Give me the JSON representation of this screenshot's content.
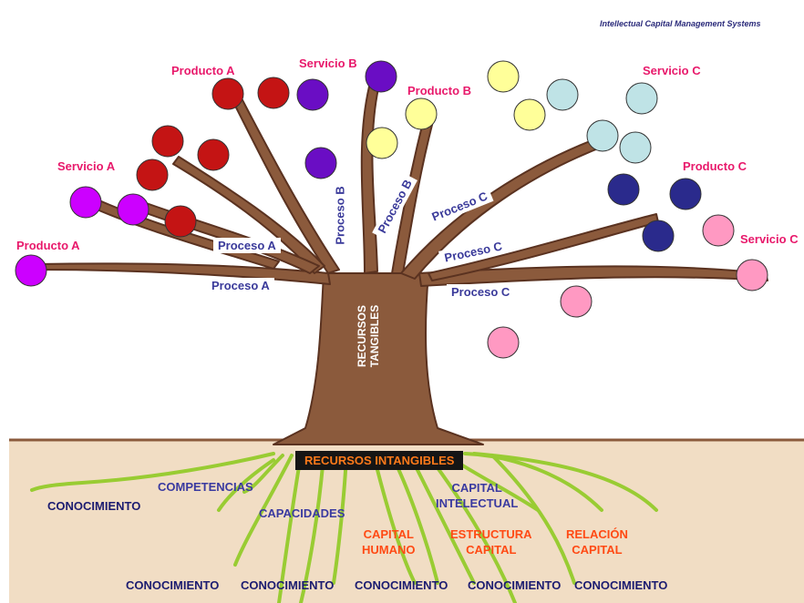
{
  "header": {
    "title": "Intellectual Capital  Management Systems"
  },
  "colors": {
    "trunk": "#8b5a3c",
    "ground": "#f1ddc4",
    "roots": "#99cc33",
    "red": "#c41414",
    "purple": "#6a0dc4",
    "magenta": "#cc00ff",
    "yellow": "#ffff99",
    "light_cyan": "#bfe3e6",
    "navy": "#2a2a8c",
    "pink": "#ff99c2"
  },
  "tree": {
    "labels": {
      "producto_a_left": "Producto  A",
      "servicio_a": "Servicio A",
      "producto_a_top": "Producto  A",
      "servicio_b": "Servicio B",
      "producto_b": "Producto B",
      "servicio_c_top": "Servicio C",
      "producto_c": "Producto C",
      "servicio_c_right": "Servicio C"
    },
    "processes": {
      "proceso_a_1": "Proceso A",
      "proceso_a_2": "Proceso A",
      "proceso_b_1": "Proceso B",
      "proceso_b_2": "Proceso B",
      "proceso_c_1": "Proceso C",
      "proceso_c_2": "Proceso C",
      "proceso_c_3": "Proceso C"
    },
    "trunk_label": {
      "line1": "RECURSOS",
      "line2": "TANGIBLES"
    }
  },
  "roots": {
    "intangibles": "RECURSOS INTANGIBLES",
    "labels": {
      "conocimiento_left": "CONOCIMIENTO",
      "competencias": "COMPETENCIAS",
      "capacidades": "CAPACIDADES",
      "capital_intelectual_1": "CAPITAL",
      "capital_intelectual_2": "INTELECTUAL",
      "capital_humano_1": "CAPITAL",
      "capital_humano_2": "HUMANO",
      "estructura_capital_1": "ESTRUCTURA",
      "estructura_capital_2": "CAPITAL",
      "relacion_capital_1": "RELACIÓN",
      "relacion_capital_2": "CAPITAL"
    },
    "bottom": [
      "CONOCIMIENTO",
      "CONOCIMIENTO",
      "CONOCIMIENTO",
      "CONOCIMIENTO",
      "CONOCIMIENTO"
    ]
  }
}
